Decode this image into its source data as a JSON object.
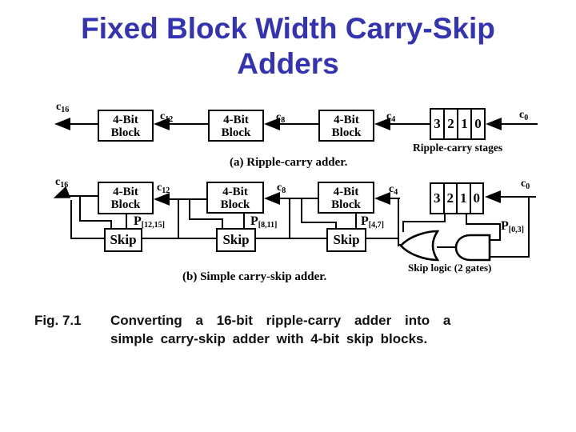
{
  "title": {
    "line1": "Fixed Block Width Carry-Skip",
    "line2": "Adders"
  },
  "colors": {
    "title_blue": "#3333b3",
    "ink": "#000000",
    "paper": "#ffffff"
  },
  "ripple_adder": {
    "caption": "(a) Ripple-carry adder.",
    "stages_label": "Ripple-carry stages",
    "block_line1": "4-Bit",
    "block_line2": "Block",
    "digits": [
      "3",
      "2",
      "1",
      "0"
    ],
    "carries": [
      {
        "base": "c",
        "sub": "16"
      },
      {
        "base": "c",
        "sub": "12"
      },
      {
        "base": "c",
        "sub": "8"
      },
      {
        "base": "c",
        "sub": "4"
      },
      {
        "base": "c",
        "sub": "0"
      }
    ]
  },
  "skip_adder": {
    "caption": "(b) Simple carry-skip adder.",
    "gates_label": "Skip logic (2 gates)",
    "block_line1": "4-Bit",
    "block_line2": "Block",
    "skip_label": "Skip",
    "digits": [
      "3",
      "2",
      "1",
      "0"
    ],
    "carries": [
      {
        "base": "c",
        "sub": "16"
      },
      {
        "base": "c",
        "sub": "12"
      },
      {
        "base": "c",
        "sub": "8"
      },
      {
        "base": "c",
        "sub": "4"
      },
      {
        "base": "c",
        "sub": "0"
      }
    ],
    "propagates": [
      {
        "base": "P",
        "sub": "[12,15]"
      },
      {
        "base": "P",
        "sub": "[8,11]"
      },
      {
        "base": "P",
        "sub": "[4,7]"
      },
      {
        "base": "P",
        "sub": "[0,3]"
      }
    ]
  },
  "figure": {
    "label": "Fig. 7.1",
    "caption_line1": "Converting a 16-bit ripple-carry adder into a",
    "caption_line2": "simple carry-skip adder with 4-bit skip blocks."
  }
}
